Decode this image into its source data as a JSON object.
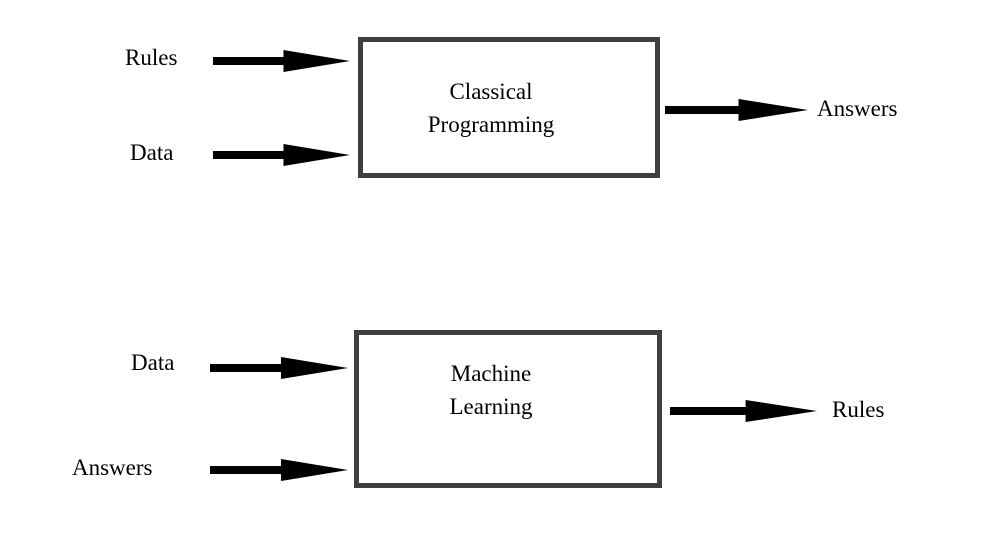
{
  "diagram": {
    "title_implied": "Classical Programming vs Machine Learning",
    "background_color": "#ffffff",
    "box_border_color": "#3f3f3f",
    "arrow_color": "#000000",
    "text_color": "#000000",
    "top_flow": {
      "inputs": [
        "Rules",
        "Data"
      ],
      "box_label_line1": "Classical",
      "box_label_line2": "Programming",
      "output": "Answers"
    },
    "bottom_flow": {
      "inputs": [
        "Data",
        "Answers"
      ],
      "box_label_line1": "Machine",
      "box_label_line2": "Learning",
      "output": "Rules"
    }
  }
}
